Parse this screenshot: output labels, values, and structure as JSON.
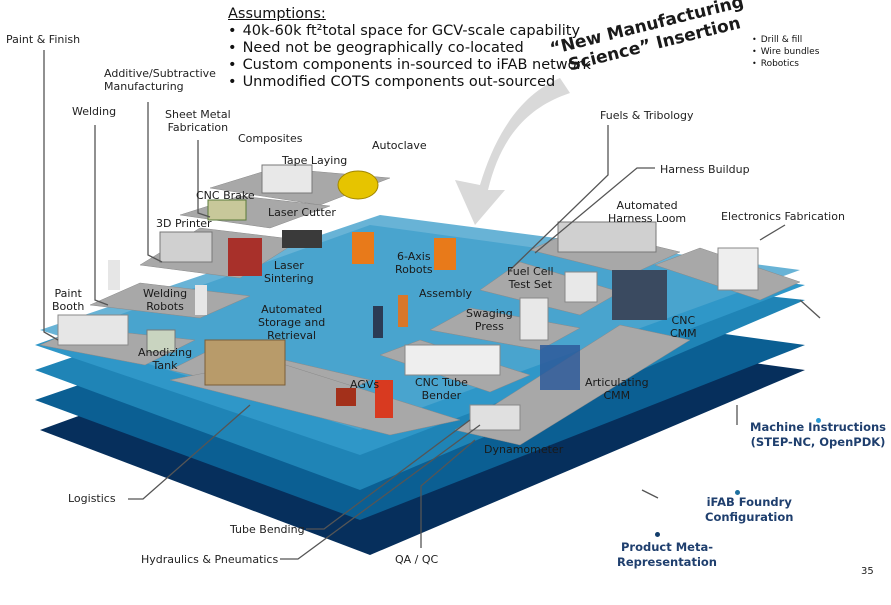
{
  "assumptions": {
    "title": "Assumptions:",
    "items": [
      "40k-60k ft²total space for GCV-scale capability",
      "Need not be geographically co-located",
      "Custom components in-sourced to iFAB network",
      "Unmodified COTS components out-sourced"
    ]
  },
  "insertion_arrow": {
    "line1": "“New Manufacturing",
    "line2": "Science” Insertion"
  },
  "side_bullets": [
    "Drill & fill",
    "Wire bundles",
    "Robotics"
  ],
  "callout_labels": {
    "paint_finish": "Paint & Finish",
    "additive": [
      "Additive/Subtractive",
      "Manufacturing"
    ],
    "welding": "Welding",
    "sheet_metal": [
      "Sheet Metal",
      "Fabrication"
    ],
    "composites": "Composites",
    "fuels": "Fuels & Tribology",
    "harness_buildup": "Harness Buildup",
    "electronics": "Electronics Fabrication",
    "logistics": "Logistics",
    "tube_bending": "Tube Bending",
    "hydraulics": "Hydraulics & Pneumatics",
    "qa_qc": "QA / QC"
  },
  "equipment_labels": {
    "tape_laying": "Tape Laying",
    "autoclave": "Autoclave",
    "cnc_brake": "CNC Brake",
    "laser_cutter": "Laser Cutter",
    "printer_3d": "3D Printer",
    "laser_sintering": [
      "Laser",
      "Sintering"
    ],
    "six_axis": [
      "6-Axis",
      "Robots"
    ],
    "assembly": "Assembly",
    "paint_booth": [
      "Paint",
      "Booth"
    ],
    "welding_robots": [
      "Welding",
      "Robots"
    ],
    "storage": [
      "Automated",
      "Storage and",
      "Retrieval"
    ],
    "anodizing": [
      "Anodizing",
      "Tank"
    ],
    "agvs": "AGVs",
    "cnc_tube_bender": [
      "CNC Tube",
      "Bender"
    ],
    "swaging_press": [
      "Swaging",
      "Press"
    ],
    "fuel_cell": [
      "Fuel Cell",
      "Test Set"
    ],
    "harness_loom": [
      "Automated",
      "Harness Loom"
    ],
    "cnc_cmm": [
      "CNC",
      "CMM"
    ],
    "articulating_cmm": [
      "Articulating",
      "CMM"
    ],
    "dynamometer": "Dynamometer"
  },
  "layers": [
    {
      "label": [
        "Machine Instructions",
        "(STEP-NC, OpenPDK)"
      ],
      "color": "#2a9bd6"
    },
    {
      "label": [
        "iFAB Foundry",
        "Configuration"
      ],
      "color": "#1d6f9f"
    },
    {
      "label": [
        "Product Meta-",
        "Representation"
      ],
      "color": "#123d6b"
    }
  ],
  "colors": {
    "layer_top": "#4da6cf",
    "layer_mid1": "#1f84b6",
    "layer_mid2": "#0b5f93",
    "layer_bottom": "#062f5c",
    "platform": "#a9a9a9",
    "label_blue": "#1f3f6e"
  },
  "page_number": "35"
}
